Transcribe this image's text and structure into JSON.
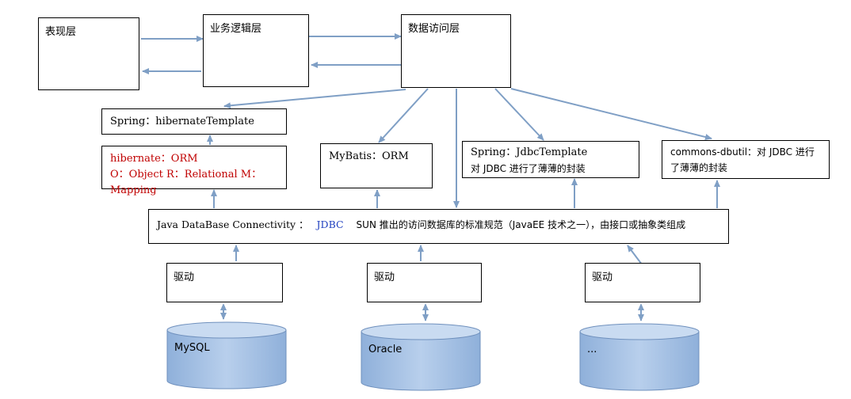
{
  "layers": {
    "presentation": "表现层",
    "business": "业务逻辑层",
    "data_access": "数据访问层"
  },
  "spring_hibernate": "Spring：hibernateTemplate",
  "hibernate": {
    "line1": "hibernate：ORM",
    "line2": "O：Object R：Relational M：Mapping"
  },
  "mybatis": "MyBatis：ORM",
  "spring_jdbc": {
    "line1": "Spring：JdbcTemplate",
    "line2": "对 JDBC 进行了薄薄的封装"
  },
  "dbutils": {
    "line1": "commons-dbutil：对 JDBC 进行",
    "line2": "了薄薄的封装"
  },
  "jdbc": {
    "prefix": "Java DataBase Connectivity  ：",
    "keyword": "JDBC",
    "suffix": "SUN 推出的访问数据库的标准规范（JavaEE 技术之一），由接口或抽象类组成"
  },
  "drivers": [
    "驱动",
    "驱动",
    "驱动"
  ],
  "databases": [
    "MySQL",
    "Oracle",
    "..."
  ],
  "colors": {
    "arrow": "#7f9fc5",
    "cylinder_body": "#a9c4e6",
    "cylinder_top": "#c9dbf1",
    "red_text": "#c00000",
    "blue_text": "#1f3fbf"
  }
}
